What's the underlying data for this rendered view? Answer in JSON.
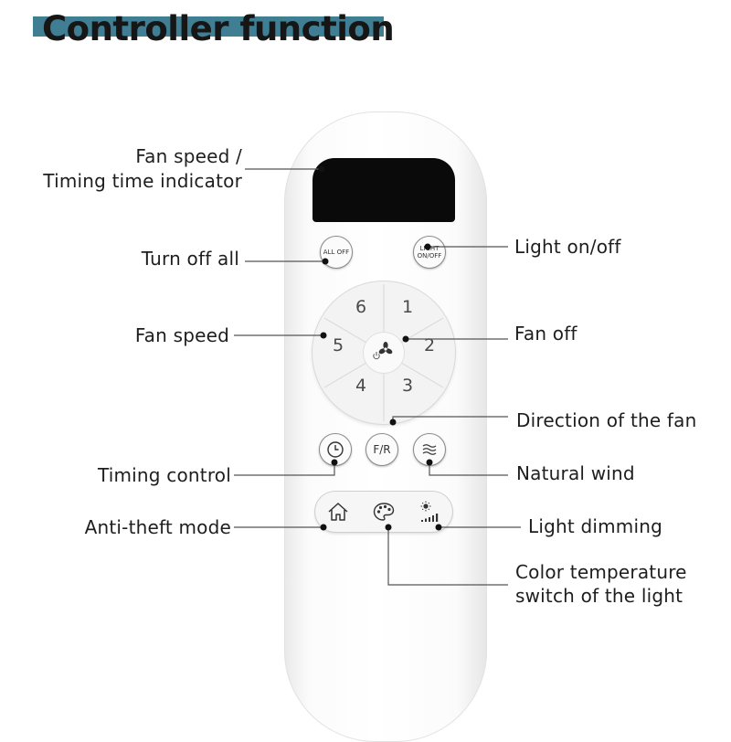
{
  "title": "Controller function",
  "labels": {
    "indicator_line1": "Fan speed /",
    "indicator_line2": "Timing time indicator",
    "turn_off_all": "Turn off all",
    "light_on_off": "Light on/off",
    "fan_speed": "Fan speed",
    "fan_off": "Fan off",
    "direction": "Direction of the fan",
    "timing": "Timing control",
    "natural_wind": "Natural wind",
    "anti_theft": "Anti-theft mode",
    "light_dimming": "Light dimming",
    "color_temp_line1": "Color temperature",
    "color_temp_line2": "switch of the light"
  },
  "remote": {
    "all_off_label": "ALL OFF",
    "light_label_line1": "LIGHT",
    "light_label_line2": "ON/OFF",
    "fr_label": "F/R",
    "speeds": [
      "1",
      "2",
      "3",
      "4",
      "5",
      "6"
    ],
    "icons": {
      "fan_off": "fan-power-icon",
      "timing": "clock-icon",
      "natural_wind": "wind-waves-icon",
      "anti_theft": "house-icon",
      "color_temp": "palette-icon",
      "dimming": "brightness-icon"
    }
  },
  "colors": {
    "title_bar": "#3f7e93",
    "screen": "#0a0a0a",
    "text": "#1e1e1e"
  }
}
